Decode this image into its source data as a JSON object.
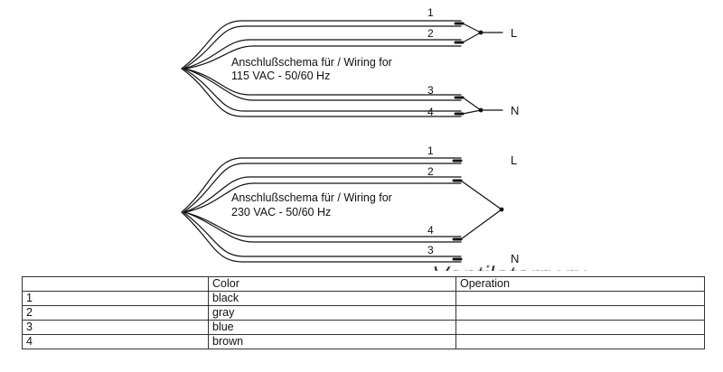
{
  "watermark": "Ventilatorry.ru",
  "schema_115": {
    "caption_line1": "Anschlußschema für / Wiring for",
    "caption_line2": "115 VAC - 50/60 Hz",
    "wires": [
      "1",
      "2",
      "3",
      "4"
    ],
    "terminals": [
      "L",
      "N"
    ]
  },
  "schema_230": {
    "caption_line1": "Anschlußschema für / Wiring for",
    "caption_line2": "230 VAC - 50/60 Hz",
    "wires": [
      "1",
      "2",
      "4",
      "3"
    ],
    "terminals": [
      "L",
      "N"
    ]
  },
  "table": {
    "headers": [
      "",
      "Color",
      "Operation"
    ],
    "rows": [
      [
        "1",
        "black",
        ""
      ],
      [
        "2",
        "gray",
        ""
      ],
      [
        "3",
        "blue",
        ""
      ],
      [
        "4",
        "brown",
        ""
      ]
    ]
  }
}
